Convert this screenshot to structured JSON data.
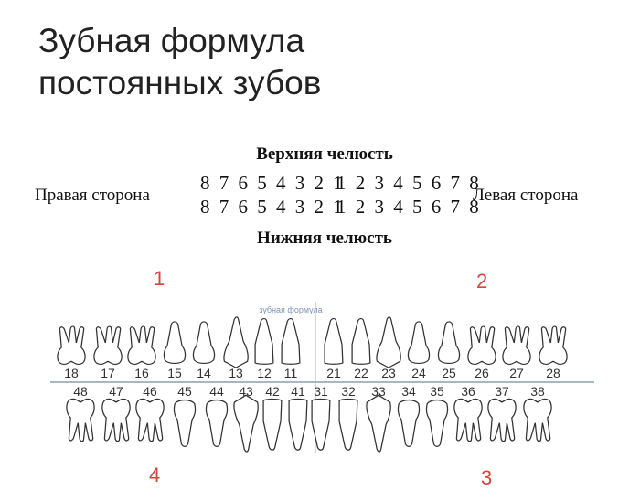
{
  "title": {
    "line1": "Зубная формула",
    "line2": "постоянных зубов"
  },
  "formula": {
    "upper_jaw": "Верхняя челюсть",
    "lower_jaw": "Нижняя челюсть",
    "right_side": "Правая сторона",
    "left_side": "Левая сторона",
    "upper_right": "8 7 6 5 4 3 2 1",
    "upper_left": "1 2 3 4 5 6 7 8",
    "lower_right": "8 7 6 5 4 3 2 1",
    "lower_left": "1 2 3 4 5 6 7 8"
  },
  "quadrants": {
    "q1": "1",
    "q2": "2",
    "q3": "3",
    "q4": "4"
  },
  "chart_label": "зубная формула",
  "upper_teeth": [
    "18",
    "17",
    "16",
    "15",
    "14",
    "13",
    "12",
    "11",
    "21",
    "22",
    "23",
    "24",
    "25",
    "26",
    "27",
    "28"
  ],
  "lower_teeth": [
    "48",
    "47",
    "46",
    "45",
    "44",
    "43",
    "42",
    "41",
    "31",
    "32",
    "33",
    "34",
    "35",
    "36",
    "37",
    "38"
  ],
  "colors": {
    "quadrant": "#d8433a",
    "axis": "#9fb0c4"
  }
}
